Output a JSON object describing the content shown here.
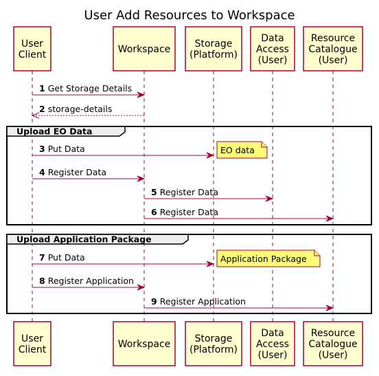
{
  "diagram": {
    "title": "User Add Resources to Workspace",
    "participants": [
      {
        "id": "user",
        "lines": [
          "User",
          "Client"
        ]
      },
      {
        "id": "workspace",
        "lines": [
          "Workspace"
        ]
      },
      {
        "id": "storage",
        "lines": [
          "Storage",
          "(Platform)"
        ]
      },
      {
        "id": "data_access",
        "lines": [
          "Data",
          "Access",
          "(User)"
        ]
      },
      {
        "id": "resource_catalogue",
        "lines": [
          "Resource",
          "Catalogue",
          "(User)"
        ]
      }
    ],
    "messages": [
      {
        "num": "1",
        "text": "Get Storage Details",
        "from": "user",
        "to": "workspace",
        "style": "solid"
      },
      {
        "num": "2",
        "text": "storage-details",
        "from": "workspace",
        "to": "user",
        "style": "dashed"
      },
      {
        "num": "3",
        "text": "Put Data",
        "from": "user",
        "to": "storage",
        "style": "solid"
      },
      {
        "num": "4",
        "text": "Register Data",
        "from": "user",
        "to": "workspace",
        "style": "solid"
      },
      {
        "num": "5",
        "text": "Register Data",
        "from": "workspace",
        "to": "data_access",
        "style": "solid"
      },
      {
        "num": "6",
        "text": "Register Data",
        "from": "workspace",
        "to": "resource_catalogue",
        "style": "solid"
      },
      {
        "num": "7",
        "text": "Put Data",
        "from": "user",
        "to": "storage",
        "style": "solid"
      },
      {
        "num": "8",
        "text": "Register Application",
        "from": "user",
        "to": "workspace",
        "style": "solid"
      },
      {
        "num": "9",
        "text": "Register Application",
        "from": "workspace",
        "to": "resource_catalogue",
        "style": "solid"
      }
    ],
    "groups": [
      {
        "label": "Upload EO Data"
      },
      {
        "label": "Upload Application Package"
      }
    ],
    "notes": [
      {
        "text": "EO data"
      },
      {
        "text": "Application Package"
      }
    ]
  }
}
